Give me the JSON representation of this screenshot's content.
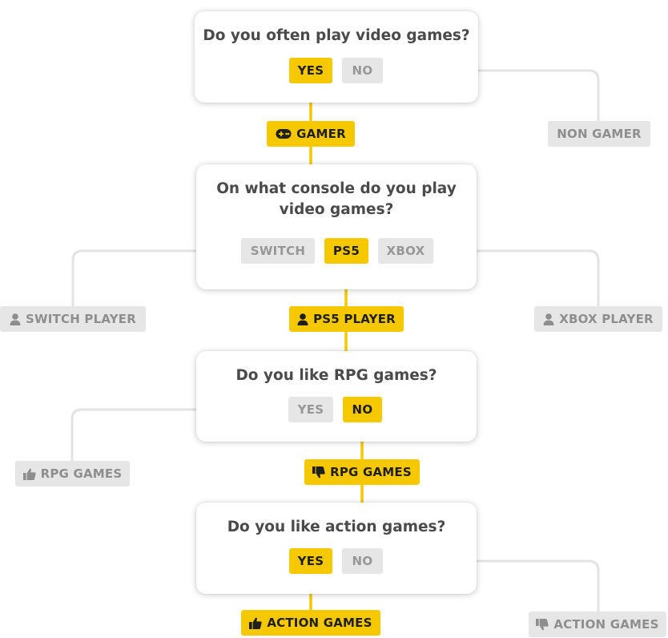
{
  "colors": {
    "active": "#f6c800",
    "inactive": "#e6e6e6",
    "inactive_text": "#979797",
    "active_text": "#1f1f1f",
    "question_text": "#4a4a4a",
    "active_line": "#f6c800",
    "inactive_line": "#e3e3e3"
  },
  "questions": [
    {
      "text": "Do you often play video games?",
      "options": [
        {
          "label": "YES",
          "selected": true
        },
        {
          "label": "NO",
          "selected": false
        }
      ]
    },
    {
      "text": "On what console do you play video games?",
      "options": [
        {
          "label": "SWITCH",
          "selected": false
        },
        {
          "label": "PS5",
          "selected": true
        },
        {
          "label": "XBOX",
          "selected": false
        }
      ]
    },
    {
      "text": "Do you like RPG games?",
      "options": [
        {
          "label": "YES",
          "selected": false
        },
        {
          "label": "NO",
          "selected": true
        }
      ]
    },
    {
      "text": "Do you like action games?",
      "options": [
        {
          "label": "YES",
          "selected": true
        },
        {
          "label": "NO",
          "selected": false
        }
      ]
    }
  ],
  "outcomes": {
    "gamer": {
      "label": "GAMER",
      "icon": "gamepad-icon",
      "active": true
    },
    "non_gamer": {
      "label": "NON GAMER",
      "icon": "",
      "active": false
    },
    "switch_player": {
      "label": "SWITCH PLAYER",
      "icon": "user-icon",
      "active": false
    },
    "ps5_player": {
      "label": "PS5 PLAYER",
      "icon": "user-icon",
      "active": true
    },
    "xbox_player": {
      "label": "XBOX PLAYER",
      "icon": "user-icon",
      "active": false
    },
    "rpg_like": {
      "label": "RPG GAMES",
      "icon": "thumbs-up-icon",
      "active": false
    },
    "rpg_dislike": {
      "label": "RPG GAMES",
      "icon": "thumbs-down-icon",
      "active": true
    },
    "action_like": {
      "label": "ACTION GAMES",
      "icon": "thumbs-up-icon",
      "active": true
    },
    "action_dislike": {
      "label": "ACTION GAMES",
      "icon": "thumbs-down-icon",
      "active": false
    }
  }
}
